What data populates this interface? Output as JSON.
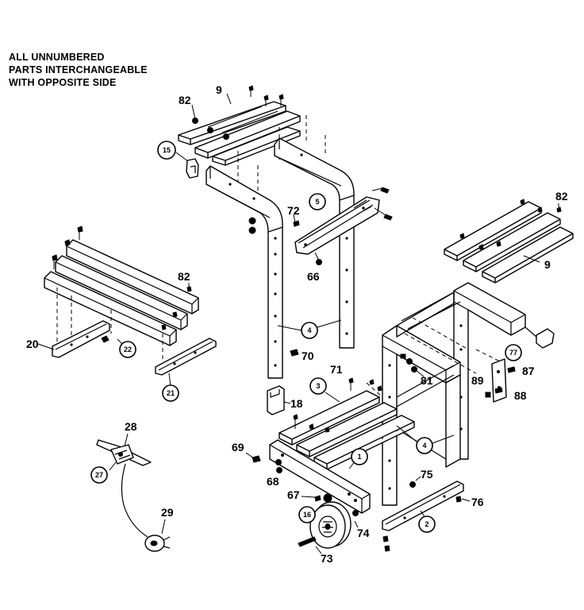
{
  "note": {
    "line1": "ALL UNNUMBERED",
    "line2": "PARTS INTERCHANGEABLE",
    "line3": "WITH OPPOSITE SIDE"
  },
  "labels": {
    "p82a": "82",
    "p9a": "9",
    "p82b": "82",
    "p9b": "9",
    "p82c": "82",
    "p72": "72",
    "p66": "66",
    "p20": "20",
    "p70": "70",
    "p71": "71",
    "p81": "81",
    "p89": "89",
    "p87": "87",
    "p88": "88",
    "p18": "18",
    "p28": "28",
    "p69": "69",
    "p68": "68",
    "p67": "67",
    "p75": "75",
    "p76": "76",
    "p74": "74",
    "p73": "73",
    "p29": "29"
  },
  "callouts": {
    "c15": "15",
    "c5": "5",
    "c4a": "4",
    "c22": "22",
    "c21": "21",
    "c77": "77",
    "c3": "3",
    "c1": "1",
    "c4b": "4",
    "c27": "27",
    "c16": "16",
    "c2": "2"
  }
}
